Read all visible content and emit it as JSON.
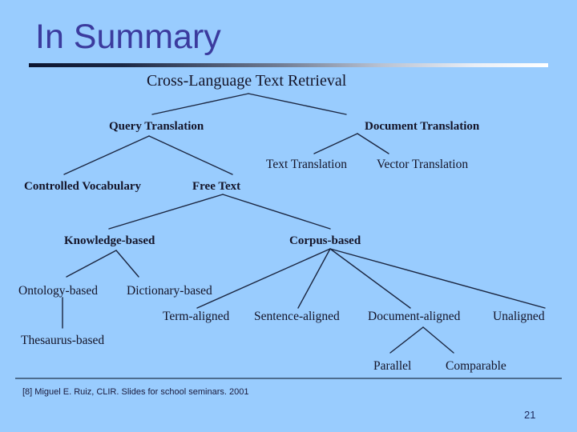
{
  "slide": {
    "title": "In Summary",
    "title_color": "#3b3b9e",
    "background_color": "#99ccfe",
    "text_color": "#141428",
    "rule_color_start": "#0c1530",
    "rule_color_end": "#ffffff",
    "footer_rule_color": "#4d6d8f"
  },
  "tree": {
    "root": {
      "label": "Cross-Language Text Retrieval"
    },
    "nodes": [
      {
        "id": "query-translation",
        "label": "Query Translation",
        "style": "bold"
      },
      {
        "id": "document-translation",
        "label": "Document Translation",
        "style": "bold"
      },
      {
        "id": "text-translation",
        "label": "Text Translation",
        "style": "plain"
      },
      {
        "id": "vector-translation",
        "label": "Vector Translation",
        "style": "plain"
      },
      {
        "id": "controlled-vocabulary",
        "label": "Controlled Vocabulary",
        "style": "bold"
      },
      {
        "id": "free-text",
        "label": "Free Text",
        "style": "bold"
      },
      {
        "id": "knowledge-based",
        "label": "Knowledge-based",
        "style": "bold"
      },
      {
        "id": "corpus-based",
        "label": "Corpus-based",
        "style": "bold"
      },
      {
        "id": "ontology-based",
        "label": "Ontology-based",
        "style": "plain"
      },
      {
        "id": "dictionary-based",
        "label": "Dictionary-based",
        "style": "plain"
      },
      {
        "id": "thesaurus-based",
        "label": "Thesaurus-based",
        "style": "plain"
      },
      {
        "id": "term-aligned",
        "label": "Term-aligned",
        "style": "plain"
      },
      {
        "id": "sentence-aligned",
        "label": "Sentence-aligned",
        "style": "plain"
      },
      {
        "id": "document-aligned",
        "label": "Document-aligned",
        "style": "plain"
      },
      {
        "id": "unaligned",
        "label": "Unaligned",
        "style": "plain"
      },
      {
        "id": "parallel",
        "label": "Parallel",
        "style": "plain"
      },
      {
        "id": "comparable",
        "label": "Comparable",
        "style": "plain"
      }
    ]
  },
  "footer": {
    "citation": "[8] Miguel E. Ruiz, CLIR. Slides for school seminars.  2001",
    "page_number": "21"
  }
}
